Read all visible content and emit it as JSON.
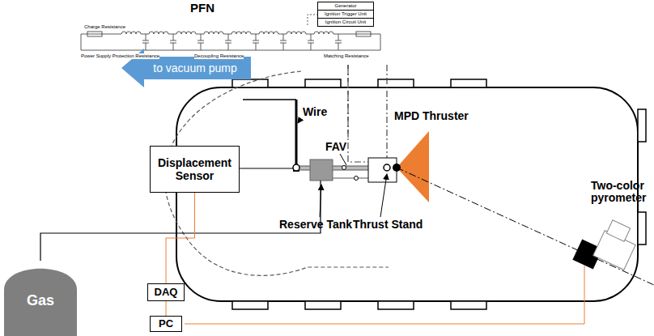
{
  "diagram": {
    "nodes": [
      {
        "text": [
          "Generator"
        ]
      },
      {
        "text": [
          "Ignition Trigger Unit"
        ]
      },
      {
        "text": [
          "Ignition Circuit Unit"
        ]
      },
      {
        "text": [
          "to vacuum pump"
        ]
      },
      {
        "text": [
          "Displacement Sensor"
        ]
      },
      {
        "text": [
          "DAQ"
        ]
      },
      {
        "text": [
          "PC"
        ]
      },
      {
        "text": [
          "Gas"
        ]
      }
    ],
    "edges": [
      {
        "from": 4,
        "to": 5,
        "arrow": "none"
      },
      {
        "from": 5,
        "to": 6,
        "arrow": "none"
      }
    ],
    "labels": [
      "PFN",
      "Charge Resistance",
      "Power Supply Protection Resistance",
      "Decoupling Resistance",
      "Matching Resistance",
      "Wire",
      "FAV",
      "MPD Thruster",
      "Reserve Tank",
      "Thrust Stand",
      "Two-color pyrometer"
    ]
  }
}
